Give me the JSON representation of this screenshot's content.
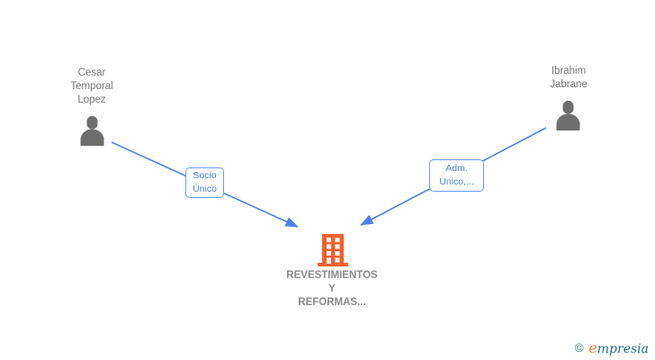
{
  "canvas": {
    "background": "#ffffff"
  },
  "nodes": {
    "person_left": {
      "label": "Cesar\nTemporal\nLopez",
      "icon": "person-icon",
      "icon_color": "#6e6e6e"
    },
    "person_right": {
      "label": "Ibrahim\nJabrane",
      "icon": "person-icon",
      "icon_color": "#6e6e6e"
    },
    "company": {
      "label": "REVESTIMIENTOS\nY\nREFORMAS...",
      "icon": "building-icon",
      "icon_color": "#f4612e"
    }
  },
  "edges": {
    "left": {
      "label": "Socio\nÚnico",
      "from": "person_left",
      "to": "company"
    },
    "right": {
      "label": "Adm.\nUnico,...",
      "from": "person_right",
      "to": "company"
    }
  },
  "colors": {
    "edge_blue": "#4d82ec",
    "edge_label_border": "#6b9cf2",
    "node_gray": "#6e6e6e",
    "text_gray": "#757575",
    "company_text_gray": "#8a8a8a",
    "company_orange": "#f4612e",
    "brand_teal": "#1f6f82",
    "brand_orange": "#ef7c33"
  },
  "watermark": {
    "copyright": "©",
    "brand_first_letter": "e",
    "brand_rest": "mpresia"
  }
}
